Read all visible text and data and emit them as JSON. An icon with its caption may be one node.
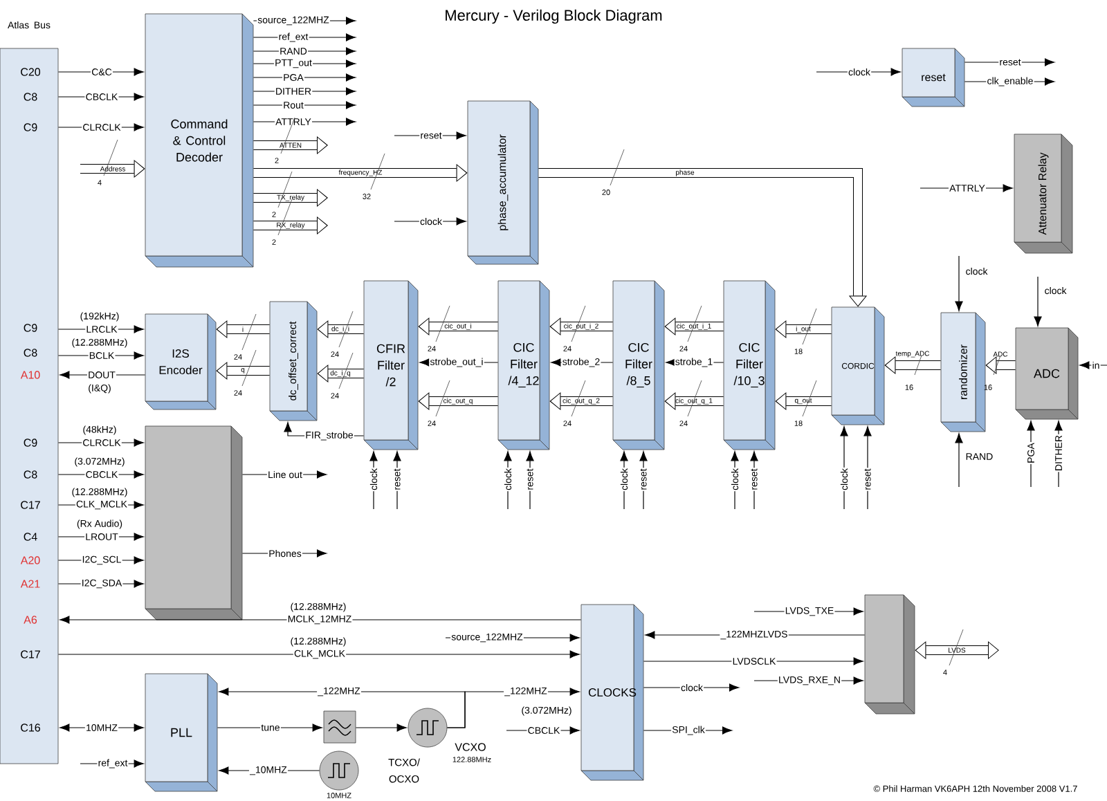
{
  "diagram": {
    "title": "Mercury - Verilog Block Diagram",
    "nodes": [
      {
        "text": [
          "Atlas Bus"
        ]
      },
      {
        "text": [
          "Command & Control Decoder"
        ]
      },
      {
        "text": [
          "phase_accumulator"
        ]
      },
      {
        "text": [
          "reset"
        ]
      },
      {
        "text": [
          "Attenuator Relay"
        ]
      },
      {
        "text": [
          "I2S Encoder"
        ]
      },
      {
        "text": [
          "dc_offset_correct"
        ]
      },
      {
        "text": [
          "CFIR Filter /2"
        ]
      },
      {
        "text": [
          "CIC Filter /4_12"
        ]
      },
      {
        "text": [
          "CIC Filter /8_5"
        ]
      },
      {
        "text": [
          "CIC Filter /10_3"
        ]
      },
      {
        "text": [
          "CORDIC"
        ]
      },
      {
        "text": [
          "randomizer"
        ]
      },
      {
        "text": [
          "ADC"
        ]
      },
      {
        "text": [],
        "shape": "box"
      },
      {
        "text": [
          "CLOCKS"
        ]
      },
      {
        "text": [],
        "shape": "box"
      },
      {
        "text": [
          "PLL"
        ]
      },
      {
        "text": [],
        "shape": "box"
      },
      {
        "text": [],
        "shape": "circle",
        "beside": [
          "VCXO",
          "122.88MHz"
        ]
      },
      {
        "text": [],
        "shape": "circle",
        "beside": [
          "10MHZ"
        ]
      }
    ],
    "edges": [
      {
        "from": 0,
        "to": 1,
        "arrow": "to",
        "label": "C&C"
      },
      {
        "from": 0,
        "to": 1,
        "arrow": "to",
        "label": "CBCLK"
      },
      {
        "from": 0,
        "to": 1,
        "arrow": "to",
        "label": "CLRCLK"
      },
      {
        "from": null,
        "to": 1,
        "arrow": "to",
        "label": "Address",
        "style": "thick"
      },
      {
        "from": 1,
        "to": null,
        "arrow": "to",
        "label": "source_122MHZ"
      },
      {
        "from": 1,
        "to": null,
        "arrow": "to",
        "label": "ref_ext"
      },
      {
        "from": 1,
        "to": null,
        "arrow": "to",
        "label": "RAND"
      },
      {
        "from": 1,
        "to": null,
        "arrow": "to",
        "label": "PTT_out"
      },
      {
        "from": 1,
        "to": null,
        "arrow": "to",
        "label": "PGA"
      },
      {
        "from": 1,
        "to": null,
        "arrow": "to",
        "label": "DITHER"
      },
      {
        "from": 1,
        "to": null,
        "arrow": "to",
        "label": "Rout"
      },
      {
        "from": 1,
        "to": null,
        "arrow": "to",
        "label": "ATTRLY"
      },
      {
        "from": 1,
        "to": null,
        "arrow": "to",
        "label": "ATTEN",
        "style": "thick"
      },
      {
        "from": 1,
        "to": 2,
        "arrow": "to",
        "label": "frequency_HZ",
        "style": "thick"
      },
      {
        "from": 1,
        "to": null,
        "arrow": "to",
        "label": "TX_relay",
        "style": "thick"
      },
      {
        "from": 1,
        "to": null,
        "arrow": "to",
        "label": "RX_relay",
        "style": "thick"
      },
      {
        "from": null,
        "to": 2,
        "arrow": "to",
        "label": "reset"
      },
      {
        "from": null,
        "to": 2,
        "arrow": "to",
        "label": "clock"
      },
      {
        "from": 2,
        "to": 11,
        "arrow": "to",
        "label": "phase",
        "style": "thick"
      },
      {
        "from": null,
        "to": 3,
        "arrow": "to",
        "label": "clock"
      },
      {
        "from": 3,
        "to": null,
        "arrow": "to",
        "label": "reset"
      },
      {
        "from": 3,
        "to": null,
        "arrow": "to",
        "label": "clk_enable"
      },
      {
        "from": null,
        "to": 4,
        "arrow": "to",
        "label": "ATTRLY"
      },
      {
        "from": 0,
        "to": 5,
        "arrow": "to",
        "label": "LRCLK"
      },
      {
        "from": 0,
        "to": 5,
        "arrow": "to",
        "label": "BCLK"
      },
      {
        "from": 5,
        "to": 0,
        "arrow": "to",
        "label": "DOUT"
      },
      {
        "from": 6,
        "to": 5,
        "arrow": "to",
        "label": "i",
        "style": "thick"
      },
      {
        "from": 6,
        "to": 5,
        "arrow": "to",
        "label": "q",
        "style": "thick"
      },
      {
        "from": 7,
        "to": 6,
        "arrow": "to",
        "label": "dc_i_i",
        "style": "thick"
      },
      {
        "from": 7,
        "to": 6,
        "arrow": "to",
        "label": "dc_i_q",
        "style": "thick"
      },
      {
        "from": 8,
        "to": 7,
        "arrow": "to",
        "label": "cic_out_i",
        "style": "thick"
      },
      {
        "from": 8,
        "to": 7,
        "arrow": "to",
        "label": "strobe_out_i"
      },
      {
        "from": 8,
        "to": 7,
        "arrow": "to",
        "label": "cic_out_q",
        "style": "thick"
      },
      {
        "from": 7,
        "to": 6,
        "arrow": "to",
        "label": "FIR_strobe"
      },
      {
        "from": 9,
        "to": 8,
        "arrow": "to",
        "label": "cic_out_i_2",
        "style": "thick"
      },
      {
        "from": 9,
        "to": 8,
        "arrow": "to",
        "label": "strobe_2"
      },
      {
        "from": 9,
        "to": 8,
        "arrow": "to",
        "label": "cic_out_q_2",
        "style": "thick"
      },
      {
        "from": 10,
        "to": 9,
        "arrow": "to",
        "label": "cic_out_i_1",
        "style": "thick"
      },
      {
        "from": 10,
        "to": 9,
        "arrow": "to",
        "label": "strobe_1"
      },
      {
        "from": 10,
        "to": 9,
        "arrow": "to",
        "label": "cic_out_q_1",
        "style": "thick"
      },
      {
        "from": 11,
        "to": 10,
        "arrow": "to",
        "label": "i_out",
        "style": "thick"
      },
      {
        "from": 11,
        "to": 10,
        "arrow": "to",
        "label": "q_out",
        "style": "thick"
      },
      {
        "from": 12,
        "to": 11,
        "arrow": "to",
        "label": "temp_ADC",
        "style": "thick"
      },
      {
        "from": 13,
        "to": 12,
        "arrow": "to",
        "label": "ADC",
        "style": "thick"
      },
      {
        "from": null,
        "to": 13,
        "arrow": "to",
        "label": "in"
      },
      {
        "from": null,
        "to": 12,
        "arrow": "to",
        "label": "clock"
      },
      {
        "from": null,
        "to": 13,
        "arrow": "to",
        "label": "clock"
      },
      {
        "from": null,
        "to": 12,
        "arrow": "to",
        "label": "RAND"
      },
      {
        "from": null,
        "to": 13,
        "arrow": "to",
        "label": "PGA"
      },
      {
        "from": null,
        "to": 13,
        "arrow": "to",
        "label": "DITHER"
      },
      {
        "from": null,
        "to": 7,
        "arrow": "to",
        "label": "clock"
      },
      {
        "from": null,
        "to": 7,
        "arrow": "to",
        "label": "reset"
      },
      {
        "from": null,
        "to": 8,
        "arrow": "to",
        "label": "clock"
      },
      {
        "from": null,
        "to": 8,
        "arrow": "to",
        "label": "reset"
      },
      {
        "from": null,
        "to": 9,
        "arrow": "to",
        "label": "clock"
      },
      {
        "from": null,
        "to": 9,
        "arrow": "to",
        "label": "reset"
      },
      {
        "from": null,
        "to": 10,
        "arrow": "to",
        "label": "clock"
      },
      {
        "from": null,
        "to": 10,
        "arrow": "to",
        "label": "reset"
      },
      {
        "from": null,
        "to": 11,
        "arrow": "to",
        "label": "clock"
      },
      {
        "from": null,
        "to": 11,
        "arrow": "to",
        "label": "reset"
      },
      {
        "from": 0,
        "to": 14,
        "arrow": "to",
        "label": "CLRCLK"
      },
      {
        "from": 0,
        "to": 14,
        "arrow": "to",
        "label": "CBCLK"
      },
      {
        "from": 0,
        "to": 14,
        "arrow": "to",
        "label": "CLK_MCLK"
      },
      {
        "from": 0,
        "to": 14,
        "arrow": "to",
        "label": "LROUT"
      },
      {
        "from": 0,
        "to": 14,
        "arrow": "to",
        "label": "I2C_SCL"
      },
      {
        "from": 0,
        "to": 14,
        "arrow": "to",
        "label": "I2C_SDA"
      },
      {
        "from": 14,
        "to": null,
        "arrow": "to",
        "label": "Line out"
      },
      {
        "from": 14,
        "to": null,
        "arrow": "to",
        "label": "Phones"
      },
      {
        "from": 15,
        "to": 0,
        "arrow": "to",
        "label": "MCLK_12MHZ"
      },
      {
        "from": 0,
        "to": 15,
        "arrow": "to",
        "label": "CLK_MCLK"
      },
      {
        "from": null,
        "to": 15,
        "arrow": "to",
        "label": "source_122MHZ"
      },
      {
        "from": 19,
        "to": 17,
        "arrow": "to",
        "label": "_122MHZ"
      },
      {
        "from": 19,
        "to": 15,
        "arrow": "to",
        "label": "_122MHZ"
      },
      {
        "from": 17,
        "to": 18,
        "arrow": "to",
        "label": "tune"
      },
      {
        "from": 18,
        "to": 19,
        "arrow": "to"
      },
      {
        "from": 20,
        "to": 17,
        "arrow": "to",
        "label": "_10MHZ"
      },
      {
        "from": 0,
        "to": 17,
        "arrow": "both",
        "label": "10MHZ"
      },
      {
        "from": null,
        "to": 17,
        "arrow": "to",
        "label": "ref_ext"
      },
      {
        "from": null,
        "to": 15,
        "arrow": "to",
        "label": "CBCLK"
      },
      {
        "from": 15,
        "to": null,
        "arrow": "to",
        "label": "clock"
      },
      {
        "from": 15,
        "to": null,
        "arrow": "to",
        "label": "SPI_clk"
      },
      {
        "from": 16,
        "to": 15,
        "arrow": "to",
        "label": "_122MHZLVDS"
      },
      {
        "from": 15,
        "to": 16,
        "arrow": "to",
        "label": "LVDSCLK"
      },
      {
        "from": null,
        "to": 16,
        "arrow": "to",
        "label": "LVDS_TXE"
      },
      {
        "from": null,
        "to": 16,
        "arrow": "to",
        "label": "LVDS_RXE_N"
      },
      {
        "from": 16,
        "to": null,
        "arrow": "both",
        "label": "LVDS",
        "style": "thick"
      }
    ],
    "labels": [
      "C20",
      "C8",
      "C9",
      "4",
      "2",
      "32",
      "2",
      "2",
      "20",
      "C9",
      "C8",
      "A10",
      "(192kHz)",
      "(12.288MHz)",
      "(I&Q)",
      "24",
      "24",
      "24",
      "24",
      "24",
      "24",
      "24",
      "24",
      "24",
      "24",
      "18",
      "18",
      "16",
      "16",
      "C9",
      "(48kHz)",
      "C8",
      "(3.072MHz)",
      "C17",
      "(12.288MHz)",
      "C4",
      "(Rx Audio)",
      "A20",
      "A21",
      "A6",
      "(12.288MHz)",
      "C17",
      "(12.288MHz)",
      "4",
      "(3.072MHz)",
      "C16",
      "TCXO/ OCXO",
      "© Phil Harman VK6APH 12th November 2008 V1.7"
    ]
  }
}
